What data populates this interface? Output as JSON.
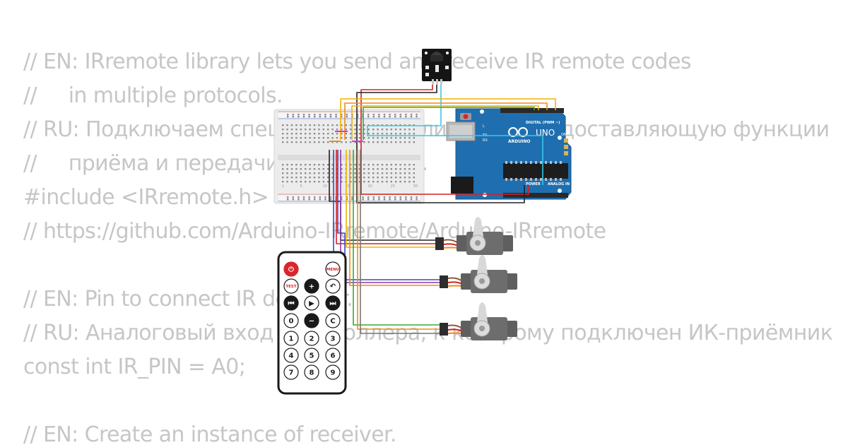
{
  "code": {
    "lines": [
      "// EN: IRremote library lets you send and receive IR remote codes",
      "//     in multiple protocols.",
      "// RU: Подключаем специальную библиотеку, предоставляющую функции",
      "//     приёма и передачи ИК-сигналов.",
      "#include <IRremote.h>",
      "// https://github.com/Arduino-IRremote/Arduino-IRremote",
      "",
      "// EN: Pin to connect IR detector.",
      "// RU: Аналоговый вход контроллера, к которому подключен ИК-приёмник",
      "const int IR_PIN = A0;",
      "",
      "// EN: Create an instance of receiver."
    ]
  },
  "arduino": {
    "model": "UNO",
    "brand": "ARDUINO",
    "digital_label": "DIGITAL (PWM ~)",
    "analog_label": "ANALOG IN",
    "power_label": "POWER",
    "on_label": "ON",
    "tx_label": "TX",
    "rx_label": "RX",
    "l_label": "L"
  },
  "breadboard": {
    "column_numbers": [
      "1",
      "5",
      "10",
      "15",
      "20",
      "25",
      "30"
    ]
  },
  "remote": {
    "buttons": [
      {
        "name": "power-button",
        "label": "⏻"
      },
      {
        "name": "menu-button",
        "label": "MENU"
      },
      {
        "name": "test-button",
        "label": "TEST"
      },
      {
        "name": "plus-button",
        "label": "+"
      },
      {
        "name": "back-button",
        "label": "↶"
      },
      {
        "name": "rewind-button",
        "label": "⏮"
      },
      {
        "name": "play-button",
        "label": "▶"
      },
      {
        "name": "forward-button",
        "label": "⏭"
      },
      {
        "name": "digit-0-button",
        "label": "0"
      },
      {
        "name": "minus-button",
        "label": "−"
      },
      {
        "name": "clear-button",
        "label": "C"
      },
      {
        "name": "digit-1-button",
        "label": "1"
      },
      {
        "name": "digit-2-button",
        "label": "2"
      },
      {
        "name": "digit-3-button",
        "label": "3"
      },
      {
        "name": "digit-4-button",
        "label": "4"
      },
      {
        "name": "digit-5-button",
        "label": "5"
      },
      {
        "name": "digit-6-button",
        "label": "6"
      },
      {
        "name": "digit-7-button",
        "label": "7"
      },
      {
        "name": "digit-8-button",
        "label": "8"
      },
      {
        "name": "digit-9-button",
        "label": "9"
      }
    ]
  },
  "colors": {
    "code_text": "#c6c6c6",
    "arduino_board": "#1f6fb0",
    "remote_power": "#d9262c",
    "wire_red": "#d62020",
    "wire_black": "#222222",
    "wire_yellow": "#f2b400",
    "wire_orange": "#f28c1a",
    "wire_cyan": "#37c8e8",
    "wire_blue": "#3a48c8",
    "wire_purple": "#8a3aa8",
    "wire_green": "#38a838",
    "wire_magenta": "#e030e0",
    "servo_body": "#5f5f5f",
    "servo_horn": "#d8d8d8"
  }
}
